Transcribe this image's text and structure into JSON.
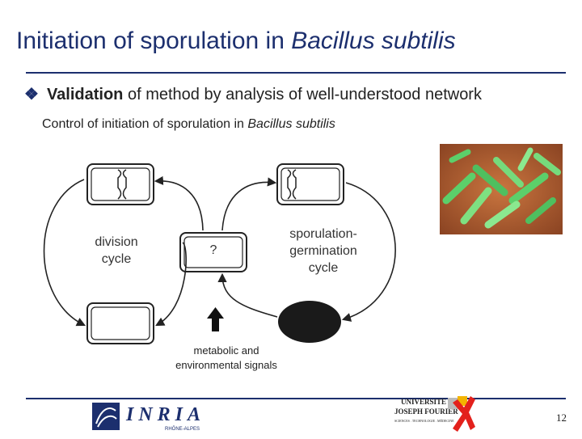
{
  "slide": {
    "title_main": "Initiation of sporulation in ",
    "title_species": "Bacillus subtilis",
    "bullet_bold": "Validation",
    "bullet_rest": " of method by analysis of well-understood network",
    "subtitle_main": "Control of initiation of sporulation in ",
    "subtitle_species": "Bacillus subtilis",
    "page_number": "12"
  },
  "diagram": {
    "division_label_line1": "division",
    "division_label_line2": "cycle",
    "sporulation_label_line1": "sporulation-",
    "sporulation_label_line2": "germination",
    "sporulation_label_line3": "cycle",
    "decision_label": "?",
    "signals_line1": "metabolic and",
    "signals_line2": "environmental signals"
  },
  "logos": {
    "inria_text": "INRIA",
    "inria_sub": "RHÔNE-ALPES",
    "ujf_line1": "UNIVERSITE",
    "ujf_line2": "JOSEPH FOURIER",
    "ujf_line3": "SCIENCES . TECHNOLOGIE . MÉDECINE"
  },
  "colors": {
    "title": "#1c2f6e",
    "rule": "#1c2f6e",
    "spore": "#1a1a1a",
    "logo_red": "#e3211c",
    "logo_blue": "#1c2f6e"
  }
}
